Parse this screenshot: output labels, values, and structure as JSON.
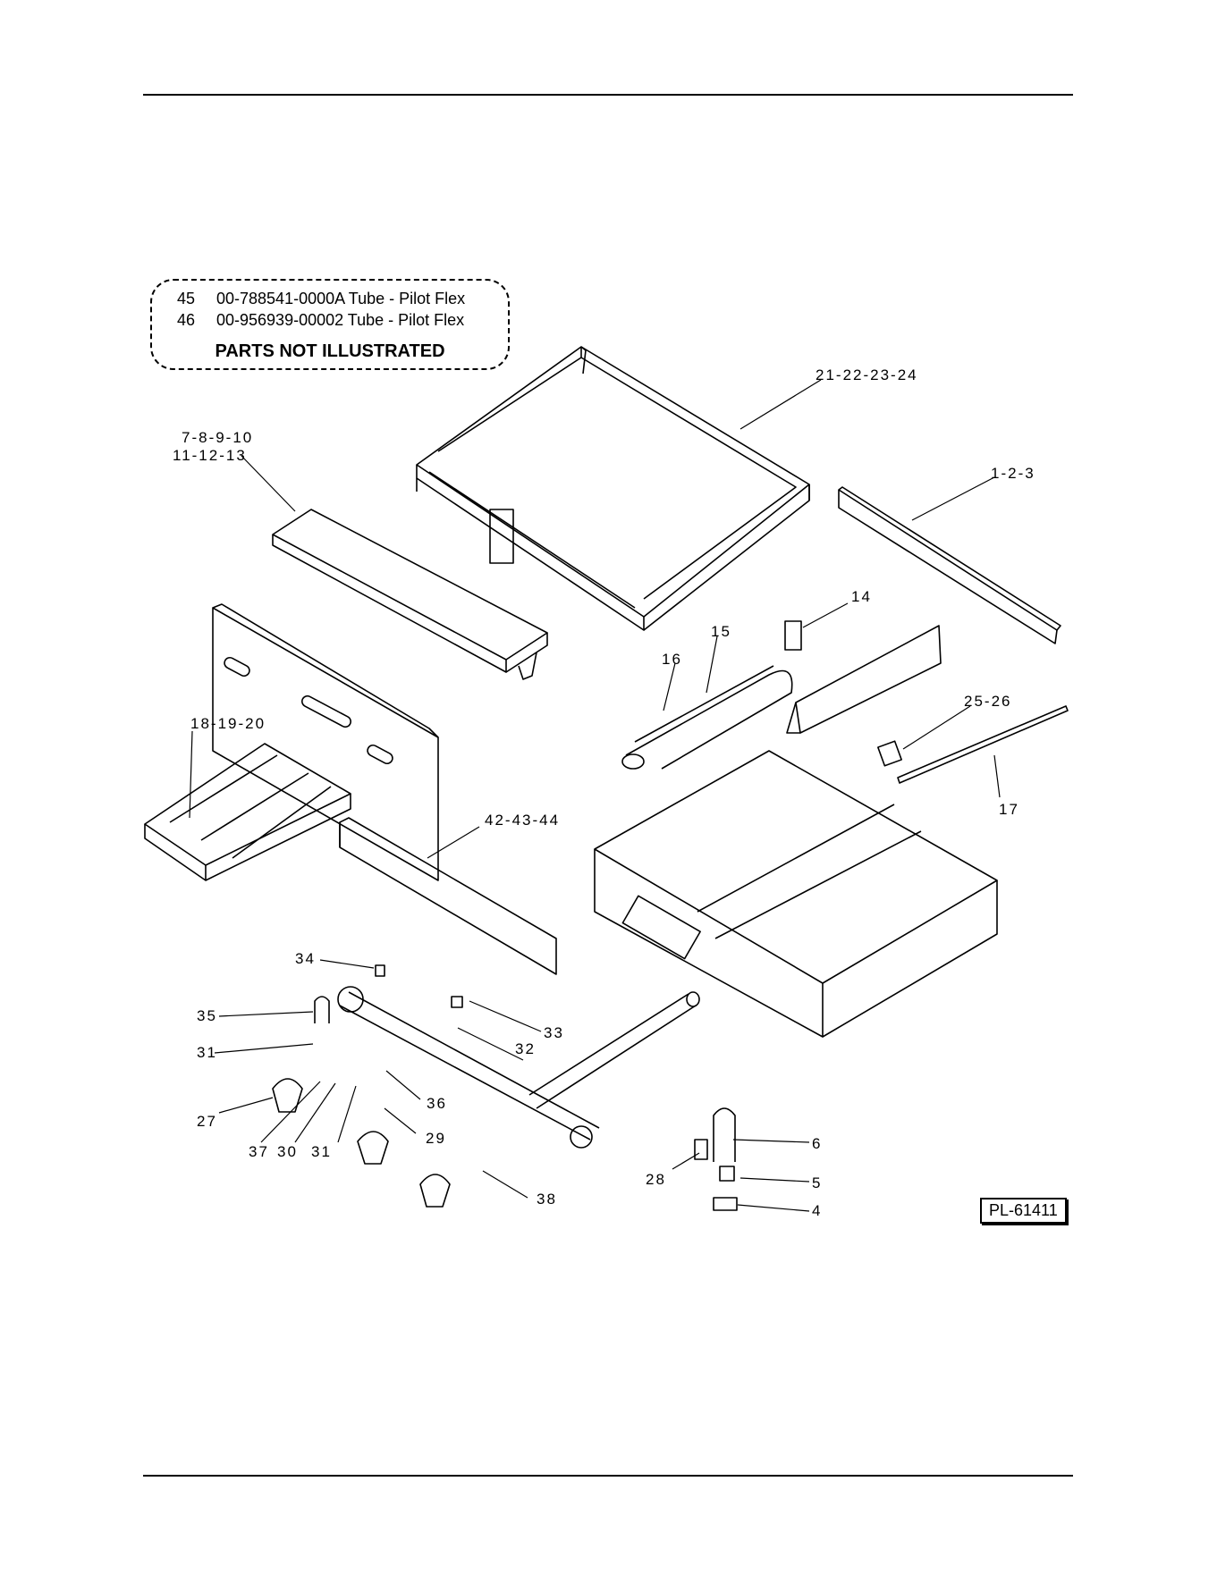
{
  "not_illustrated": {
    "items": [
      {
        "num": "45",
        "desc": "00-788541-0000A Tube - Pilot Flex"
      },
      {
        "num": "46",
        "desc": "00-956939-00002 Tube - Pilot Flex"
      }
    ],
    "title": "PARTS NOT ILLUSTRATED"
  },
  "callouts": {
    "c21": "21-22-23-24",
    "c7": "7-8-9-10",
    "c11": "11-12-13",
    "c1": "1-2-3",
    "c14": "14",
    "c15": "15",
    "c16": "16",
    "c25": "25-26",
    "c18": "18-19-20",
    "c17": "17",
    "c42": "42-43-44",
    "c34": "34",
    "c35": "35",
    "c33": "33",
    "c31a": "31",
    "c32": "32",
    "c36": "36",
    "c27": "27",
    "c29": "29",
    "c37": "37",
    "c30": "30",
    "c31b": "31",
    "c6": "6",
    "c28": "28",
    "c5": "5",
    "c38": "38",
    "c4": "4"
  },
  "drawing_id": "PL-61411"
}
